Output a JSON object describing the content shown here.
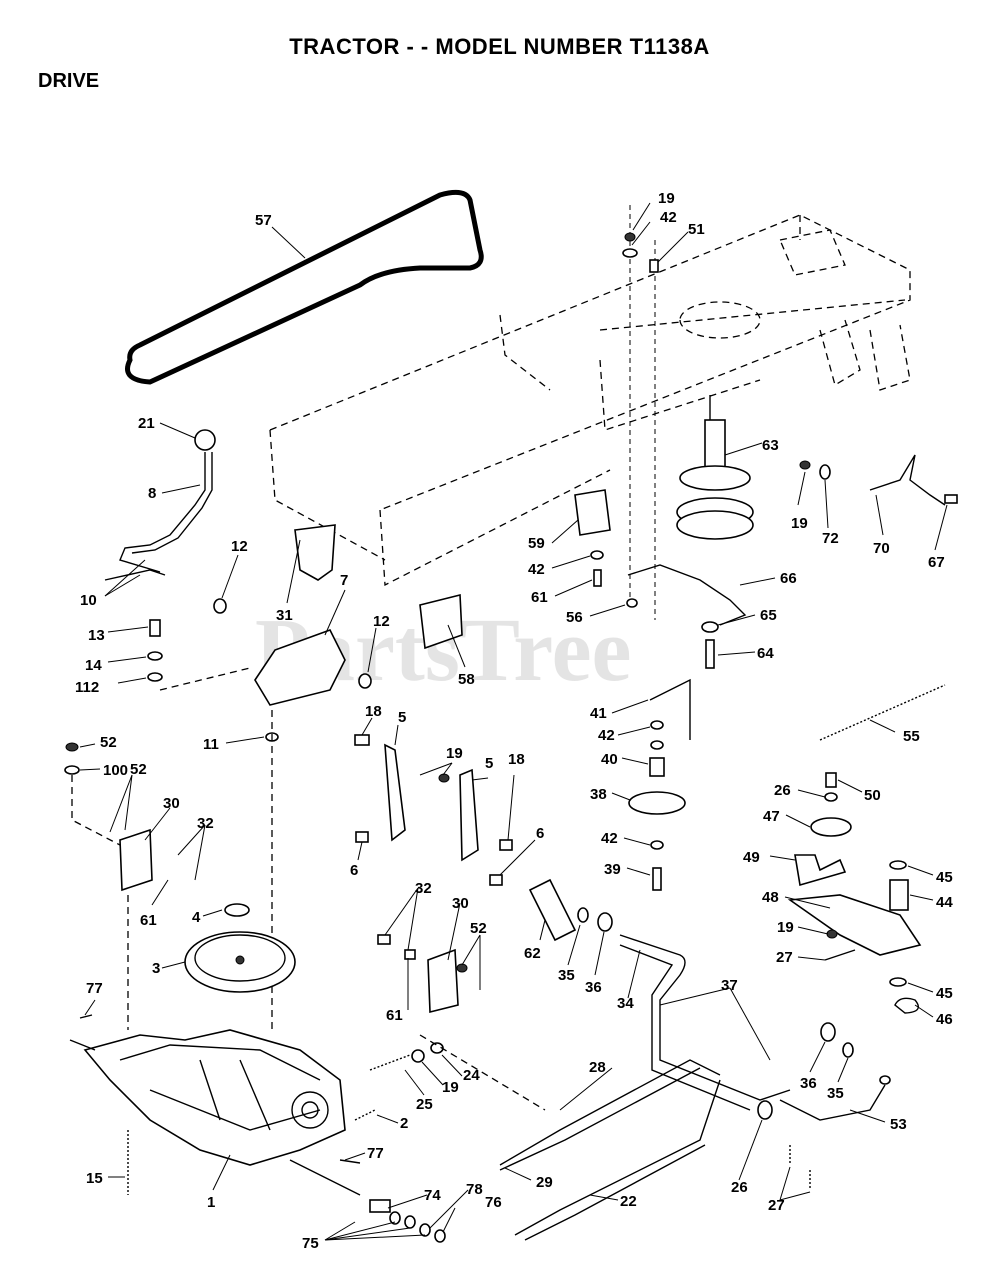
{
  "title": "TRACTOR - - MODEL NUMBER  T1138A",
  "section": "DRIVE",
  "watermark": "PartsTree",
  "callouts": {
    "c57": "57",
    "c19a": "19",
    "c42a": "42",
    "c51": "51",
    "c21": "21",
    "c8": "8",
    "c12a": "12",
    "c10": "10",
    "c31": "31",
    "c7": "7",
    "c12b": "12",
    "c13": "13",
    "c14": "14",
    "c112": "112",
    "c11": "11",
    "c52a": "52",
    "c100": "100",
    "c52b": "52",
    "c30a": "30",
    "c32a": "32",
    "c61a": "61",
    "c4": "4",
    "c3": "3",
    "c77a": "77",
    "c15": "15",
    "c1": "1",
    "c63": "63",
    "c19b": "19",
    "c72": "72",
    "c70": "70",
    "c67": "67",
    "c59": "59",
    "c42b": "42",
    "c61b": "61",
    "c56": "56",
    "c66": "66",
    "c65": "65",
    "c64": "64",
    "c58": "58",
    "c18a": "18",
    "c5a": "5",
    "c19c": "19",
    "c5b": "5",
    "c18b": "18",
    "c6a": "6",
    "c6b": "6",
    "c41": "41",
    "c42c": "42",
    "c40": "40",
    "c38": "38",
    "c42d": "42",
    "c39": "39",
    "c55": "55",
    "c26a": "26",
    "c50": "50",
    "c47": "47",
    "c49": "49",
    "c45a": "45",
    "c48": "48",
    "c44": "44",
    "c19d": "19",
    "c27a": "27",
    "c45b": "45",
    "c46": "46",
    "c32b": "32",
    "c30b": "30",
    "c52c": "52",
    "c61c": "61",
    "c62": "62",
    "c35a": "35",
    "c36a": "36",
    "c34": "34",
    "c37": "37",
    "c24": "24",
    "c19e": "19",
    "c25": "25",
    "c2": "2",
    "c28": "28",
    "c36b": "36",
    "c35b": "35",
    "c53": "53",
    "c77b": "77",
    "c29": "29",
    "c26b": "26",
    "c27b": "27",
    "c74": "74",
    "c78": "78",
    "c76": "76",
    "c22": "22",
    "c75": "75"
  }
}
